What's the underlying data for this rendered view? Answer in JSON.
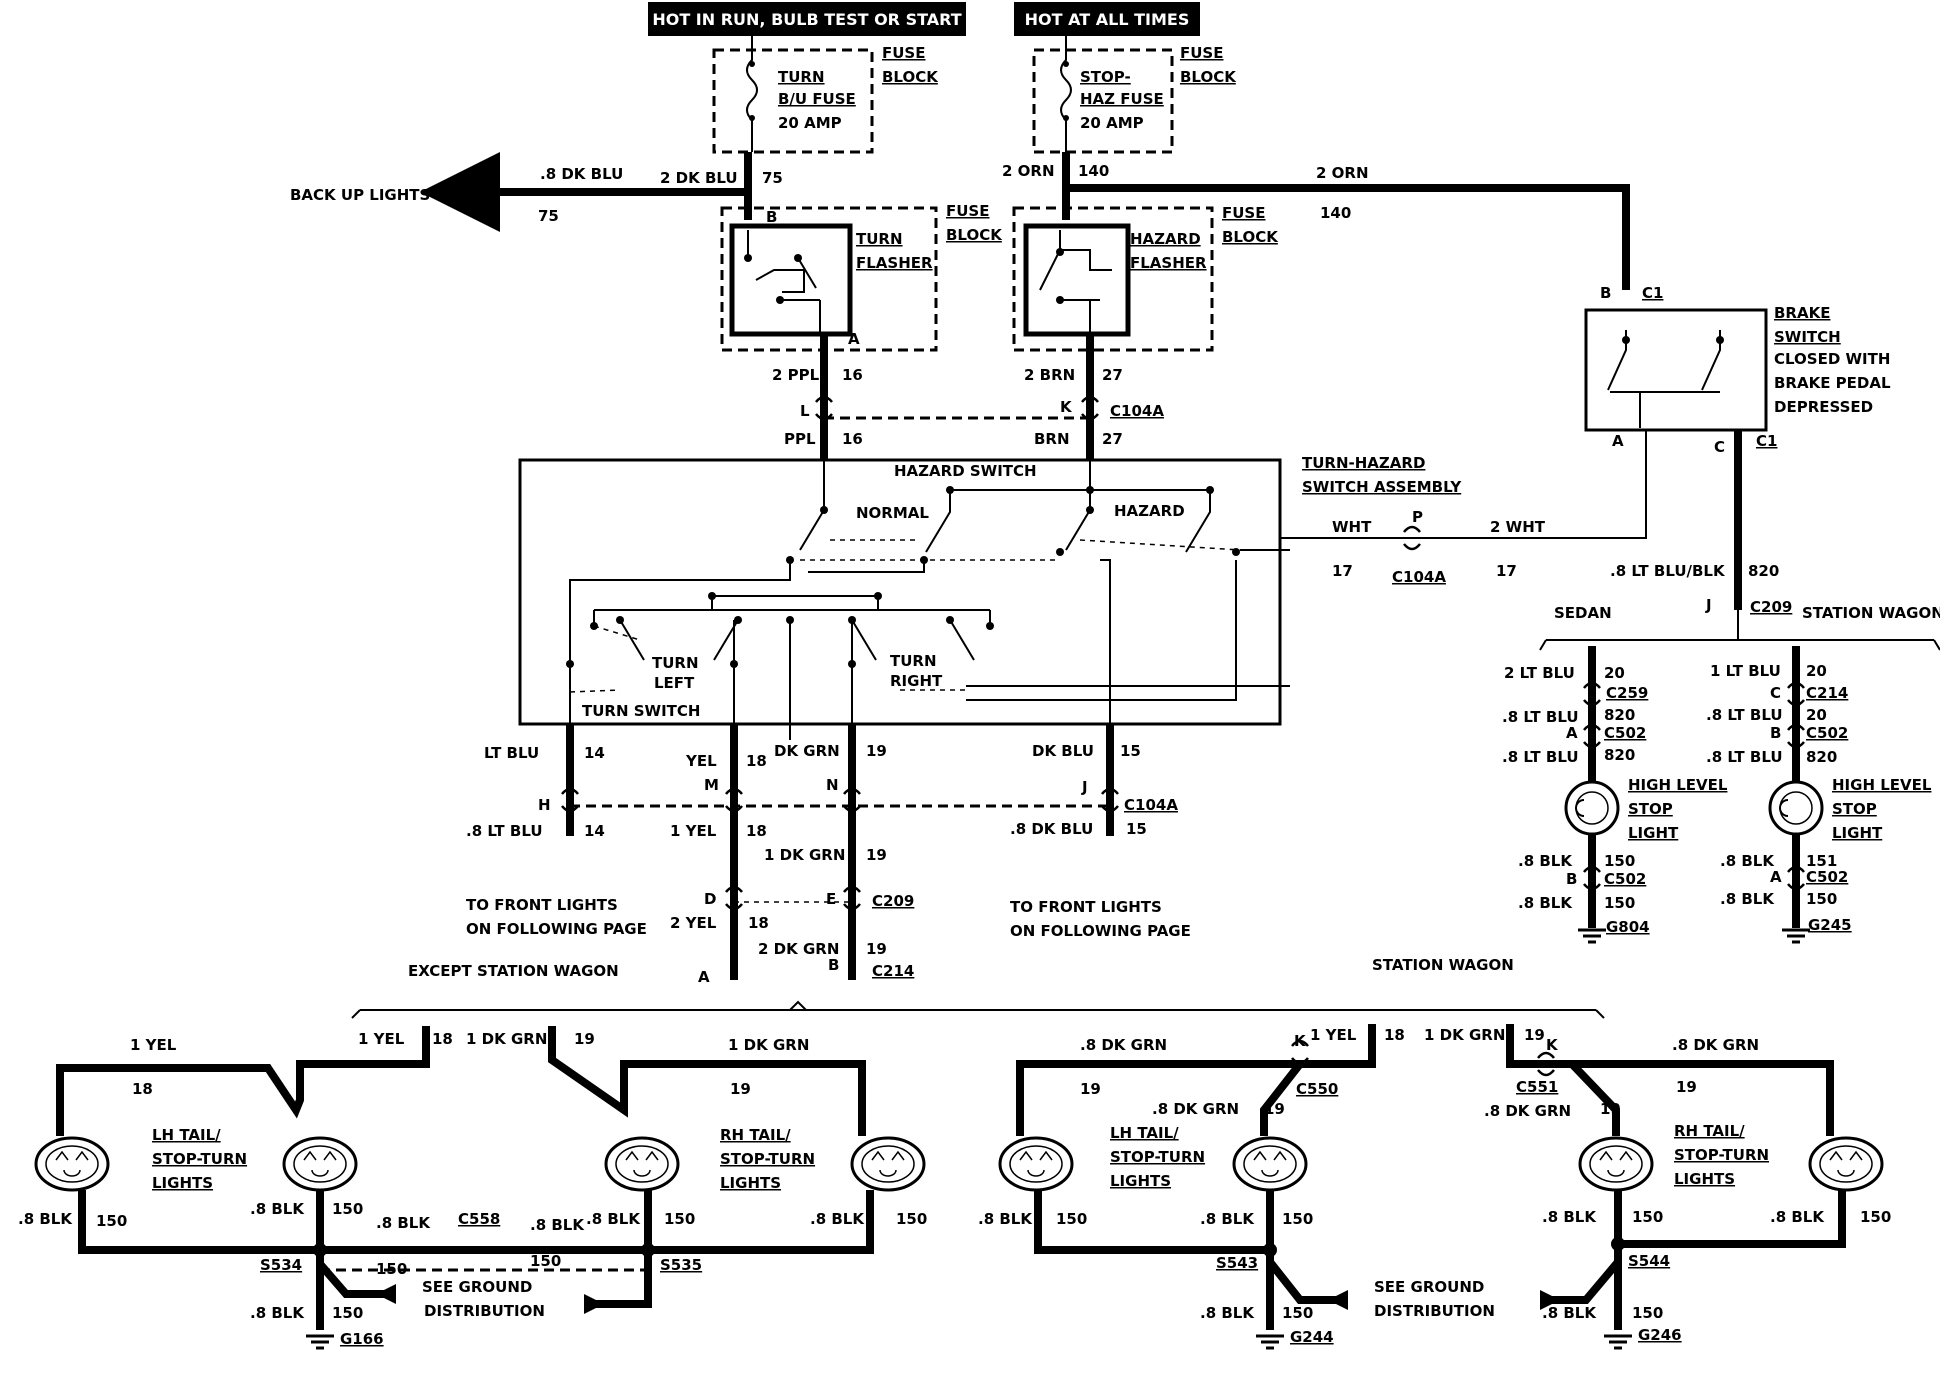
{
  "headers": {
    "hot_run": "HOT IN RUN, BULB TEST OR START",
    "hot_all": "HOT AT ALL TIMES"
  },
  "fuses": {
    "turn": {
      "l1": "TURN",
      "l2": "B/U FUSE",
      "l3": "20 AMP",
      "block1": "FUSE",
      "block2": "BLOCK"
    },
    "stop": {
      "l1": "STOP-",
      "l2": "HAZ FUSE",
      "l3": "20 AMP",
      "block1": "FUSE",
      "block2": "BLOCK"
    }
  },
  "flashers": {
    "turn": {
      "l1": "TURN",
      "l2": "FLASHER",
      "block1": "FUSE",
      "block2": "BLOCK",
      "pin_b": "B",
      "pin_a": "A"
    },
    "hazard": {
      "l1": "HAZARD",
      "l2": "FLASHER",
      "block1": "FUSE",
      "block2": "BLOCK"
    }
  },
  "brake": {
    "l1": "BRAKE",
    "l2": "SWITCH",
    "l3": "CLOSED WITH",
    "l4": "BRAKE PEDAL",
    "l5": "DEPRESSED",
    "pin_b": "B",
    "pin_a": "A",
    "pin_c": "C",
    "c1": "C1"
  },
  "wires_top": {
    "dk_blu_8": ".8 DK BLU",
    "back_up": "BACK UP LIGHTS",
    "n75": "75",
    "dk_blu_2": "2 DK BLU",
    "orn_2": "2 ORN",
    "n140": "140",
    "ppl_2": "2 PPL",
    "n16": "16",
    "brn_2": "2 BRN",
    "n27": "27",
    "l": "L",
    "k": "K",
    "c104a": "C104A",
    "ppl": "PPL",
    "brn": "BRN"
  },
  "switch_assy": {
    "title1": "TURN-HAZARD",
    "title2": "SWITCH ASSEMBLY",
    "hazard_switch": "HAZARD SWITCH",
    "normal": "NORMAL",
    "hazard": "HAZARD",
    "turn_left1": "TURN",
    "turn_left2": "LEFT",
    "turn_right1": "TURN",
    "turn_right2": "RIGHT",
    "turn_switch": "TURN SWITCH"
  },
  "right_mid": {
    "wht": "WHT",
    "p": "P",
    "wht_2": "2 WHT",
    "n17": "17",
    "c104a": "C104A",
    "lt_blu_blk": ".8 LT BLU/BLK",
    "n820": "820",
    "j": "J",
    "c209": "C209",
    "sedan": "SEDAN",
    "station_wagon": "STATION WAGON"
  },
  "sedan_chain": {
    "w1": "2 LT BLU",
    "n1": "20",
    "c1": "C259",
    "w2": ".8 LT BLU",
    "n2": "820",
    "a": "A",
    "c2": "C502",
    "w3": ".8 LT BLU",
    "n3": "820",
    "lamp1": "HIGH LEVEL",
    "lamp2": "STOP",
    "lamp3": "LIGHT",
    "w4": ".8 BLK",
    "n4": "150",
    "b": "B",
    "c3": "C502",
    "w5": ".8 BLK",
    "n5": "150",
    "g": "G804"
  },
  "wagon_chain": {
    "w1": "1 LT BLU",
    "n1": "20",
    "c": "C",
    "c1": "C214",
    "w2": ".8 LT BLU",
    "n2": "20",
    "b": "B",
    "c2": "C502",
    "w3": ".8 LT BLU",
    "n3": "820",
    "lamp1": "HIGH LEVEL",
    "lamp2": "STOP",
    "lamp3": "LIGHT",
    "w4": ".8 BLK",
    "n4": "151",
    "a": "A",
    "c3": "C502",
    "w5": ".8 BLK",
    "n5": "150",
    "g": "G245"
  },
  "lower_wires": {
    "lt_blu": "LT BLU",
    "n14": "14",
    "h": "H",
    "lt_blu_8": ".8 LT BLU",
    "yel": "YEL",
    "n18": "18",
    "m": "M",
    "yel_1": "1 YEL",
    "dk_grn": "DK GRN",
    "n19": "19",
    "n": "N",
    "dk_grn_1": "1 DK GRN",
    "dk_blu": "DK BLU",
    "n15": "15",
    "j": "J",
    "c104a": "C104A",
    "dk_blu_8": ".8 DK BLU",
    "d": "D",
    "e": "E",
    "c209": "C209",
    "yel_2": "2 YEL",
    "dk_grn_2": "2 DK GRN",
    "a": "A",
    "b": "B",
    "c214": "C214",
    "front1a": "TO FRONT LIGHTS",
    "front1b": "ON FOLLOWING PAGE",
    "front2a": "TO FRONT LIGHTS",
    "front2b": "ON FOLLOWING PAGE",
    "except_wagon": "EXCEPT STATION WAGON",
    "station_wagon": "STATION WAGON"
  },
  "rear_left": {
    "yel_1": "1 YEL",
    "n18": "18",
    "yel_1b": "1 YEL",
    "dk_grn_1": "1 DK GRN",
    "n19": "19",
    "dk_grn_1b": "1 DK GRN",
    "lh1": "LH TAIL/",
    "lh2": "STOP-TURN",
    "lh3": "LIGHTS",
    "rh1": "RH TAIL/",
    "rh2": "STOP-TURN",
    "rh3": "LIGHTS",
    "blk": ".8 BLK",
    "n150": "150",
    "c558": "C558",
    "s534": "S534",
    "s535": "S535",
    "see1": "SEE GROUND",
    "see2": "DISTRIBUTION",
    "g166": "G166"
  },
  "rear_right": {
    "dk_grn": ".8 DK GRN",
    "n19": "19",
    "k": "K",
    "yel_1": "1 YEL",
    "n18": "18",
    "c550": "C550",
    "dk_grn_1": "1 DK GRN",
    "c551": "C551",
    "lh1": "LH TAIL/",
    "lh2": "STOP-TURN",
    "lh3": "LIGHTS",
    "rh1": "RH TAIL/",
    "rh2": "STOP-TURN",
    "rh3": "LIGHTS",
    "blk": ".8 BLK",
    "n150": "150",
    "s543": "S543",
    "s544": "S544",
    "see1": "SEE GROUND",
    "see2": "DISTRIBUTION",
    "g244": "G244",
    "g246": "G246"
  }
}
